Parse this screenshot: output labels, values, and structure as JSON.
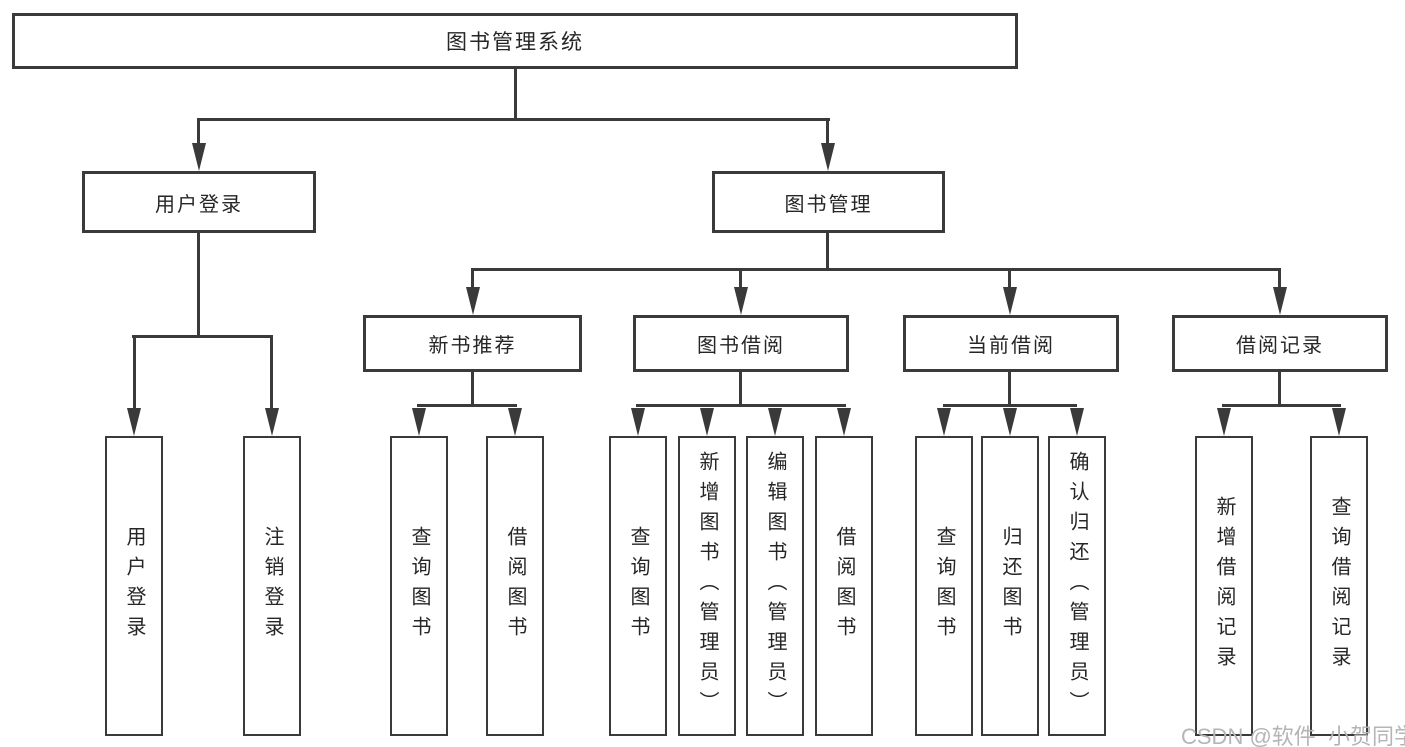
{
  "tree": {
    "label": "图书管理系统",
    "children": [
      {
        "label": "用户登录",
        "children": [
          {
            "label": "用户登录"
          },
          {
            "label": "注销登录"
          }
        ]
      },
      {
        "label": "图书管理",
        "children": [
          {
            "label": "新书推荐",
            "children": [
              {
                "label": "查询图书"
              },
              {
                "label": "借阅图书"
              }
            ]
          },
          {
            "label": "图书借阅",
            "children": [
              {
                "label": "查询图书"
              },
              {
                "label": "新增图书（管理员）"
              },
              {
                "label": "编辑图书（管理员）"
              },
              {
                "label": "借阅图书"
              }
            ]
          },
          {
            "label": "当前借阅",
            "children": [
              {
                "label": "查询图书"
              },
              {
                "label": "归还图书"
              },
              {
                "label": "确认归还（管理员）"
              }
            ]
          },
          {
            "label": "借阅记录",
            "children": [
              {
                "label": "新增借阅记录"
              },
              {
                "label": "查询借阅记录"
              }
            ]
          }
        ]
      }
    ]
  },
  "watermark": {
    "text": "CSDN @软件_小贺同学"
  },
  "colors": {
    "line": "#3a3a3a",
    "text": "#262626",
    "background": "#ffffff",
    "watermark": "#b5b5b5"
  }
}
